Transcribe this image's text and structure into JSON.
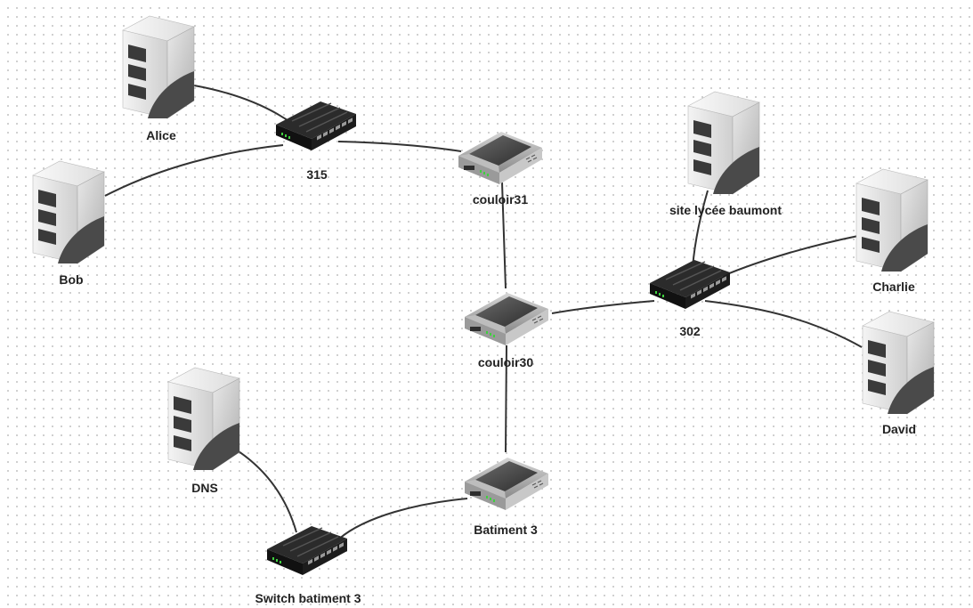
{
  "diagram": {
    "nodes": [
      {
        "id": "alice",
        "type": "server",
        "label": "Alice"
      },
      {
        "id": "bob",
        "type": "server",
        "label": "Bob"
      },
      {
        "id": "sw315",
        "type": "switch",
        "label": "315"
      },
      {
        "id": "couloir31",
        "type": "router",
        "label": "couloir31"
      },
      {
        "id": "site",
        "type": "server",
        "label": "site lycée baumont"
      },
      {
        "id": "charlie",
        "type": "server",
        "label": "Charlie"
      },
      {
        "id": "sw302",
        "type": "switch",
        "label": "302"
      },
      {
        "id": "couloir30",
        "type": "router",
        "label": "couloir30"
      },
      {
        "id": "david",
        "type": "server",
        "label": "David"
      },
      {
        "id": "dns",
        "type": "server",
        "label": "DNS"
      },
      {
        "id": "batiment3",
        "type": "router",
        "label": "Batiment 3"
      },
      {
        "id": "swbat3",
        "type": "switch",
        "label": "Switch batiment 3"
      }
    ],
    "links": [
      [
        "alice",
        "sw315"
      ],
      [
        "bob",
        "sw315"
      ],
      [
        "sw315",
        "couloir31"
      ],
      [
        "couloir31",
        "couloir30"
      ],
      [
        "site",
        "sw302"
      ],
      [
        "charlie",
        "sw302"
      ],
      [
        "david",
        "sw302"
      ],
      [
        "sw302",
        "couloir30"
      ],
      [
        "couloir30",
        "batiment3"
      ],
      [
        "batiment3",
        "swbat3"
      ],
      [
        "dns",
        "swbat3"
      ]
    ]
  }
}
